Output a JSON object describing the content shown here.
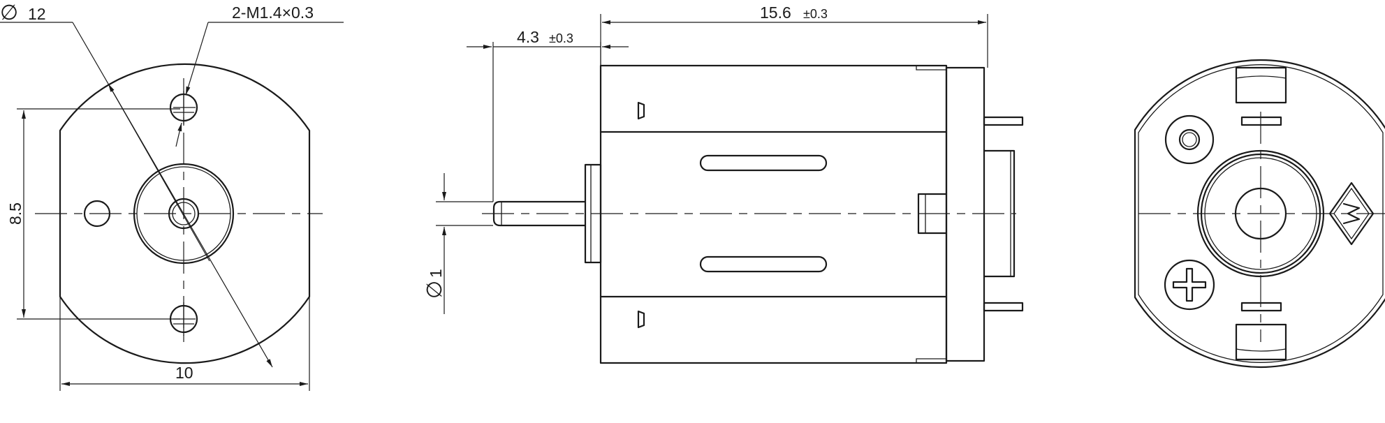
{
  "front_view": {
    "diameter_symbol": "∅",
    "diameter_value": "12",
    "thread_callout": "2-M1.4×0.3",
    "height_dim": "8.5",
    "width_dim": "10"
  },
  "side_view": {
    "length_value": "15.6",
    "length_tolerance": "±0.3",
    "shaft_length_value": "4.3",
    "shaft_length_tolerance": "±0.3",
    "shaft_diameter_symbol": "∅",
    "shaft_diameter_value": "1"
  },
  "colors": {
    "line": "#1a1a1a",
    "background": "#ffffff"
  }
}
